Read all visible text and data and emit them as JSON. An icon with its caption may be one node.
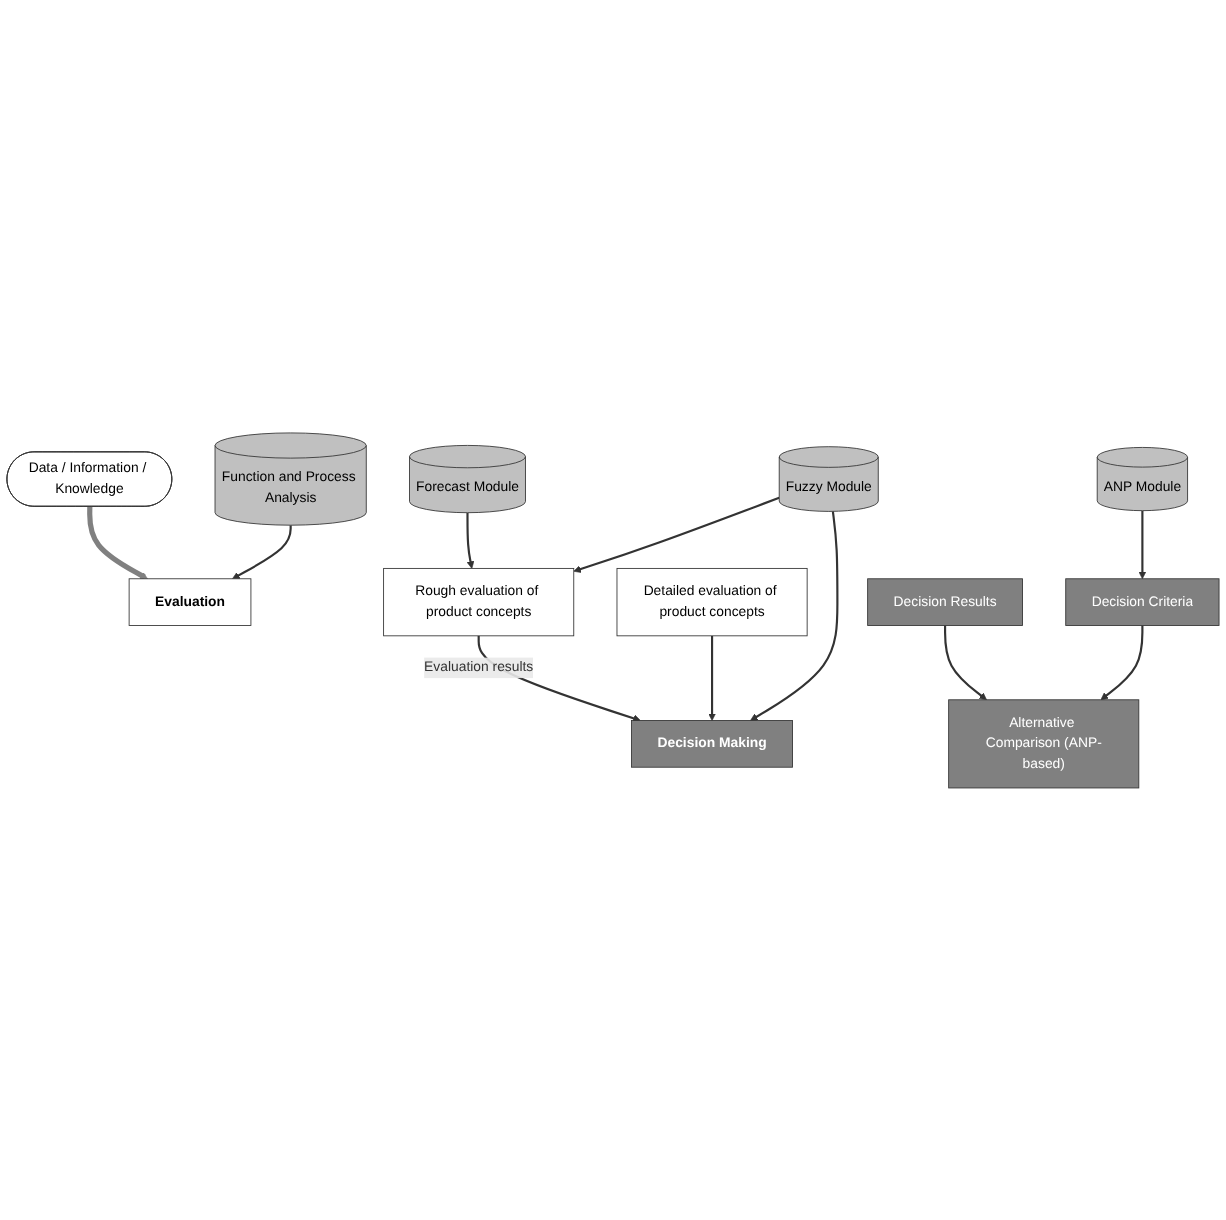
{
  "diagram": {
    "nodes": [
      {
        "text": [
          "Data / Information / Knowledge"
        ]
      },
      {
        "text": [
          "Function and Process Analysis"
        ]
      },
      {
        "text": [
          "Forecast Module"
        ]
      },
      {
        "text": [
          "Fuzzy Module"
        ]
      },
      {
        "text": [
          "Evaluation"
        ]
      },
      {
        "text": [
          "Rough evaluation of product concepts"
        ]
      },
      {
        "text": [
          "Detailed evaluation of product concepts"
        ]
      },
      {
        "text": [
          "Decision Making"
        ]
      },
      {
        "text": [
          "Decision Criteria"
        ]
      },
      {
        "text": [
          "Decision Results"
        ]
      },
      {
        "text": [
          "Alternative Comparison (ANP-based)"
        ]
      },
      {
        "text": [
          "ANP Module"
        ]
      }
    ],
    "edges": [
      {
        "from": 0,
        "to": 4,
        "arrow": "to",
        "style": "thick",
        "color": "#808080"
      },
      {
        "from": 1,
        "to": 4,
        "arrow": "to"
      },
      {
        "from": 2,
        "to": 5,
        "arrow": "to"
      },
      {
        "from": 3,
        "to": 5,
        "arrow": "to"
      },
      {
        "from": 3,
        "to": 7,
        "arrow": "to"
      },
      {
        "from": 5,
        "to": 7,
        "arrow": "to",
        "label": "Evaluation results"
      },
      {
        "from": 6,
        "to": 7,
        "arrow": "to"
      },
      {
        "from": 11,
        "to": 8,
        "arrow": "to"
      },
      {
        "from": 8,
        "to": 10,
        "arrow": "to"
      },
      {
        "from": 9,
        "to": 10,
        "arrow": "to"
      }
    ]
  }
}
